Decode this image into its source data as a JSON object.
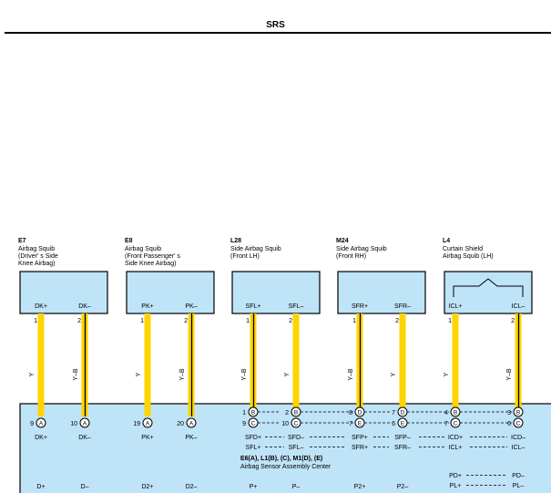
{
  "header": {
    "title": "SRS"
  },
  "components": [
    {
      "code": "E7",
      "name_lines": [
        "Airbag Squib",
        "(Driver' s Side",
        " Knee Airbag)"
      ],
      "pins": [
        {
          "label": "DK+",
          "num": "1",
          "wire": "Y"
        },
        {
          "label": "DK–",
          "num": "2",
          "wire": "Y–B"
        }
      ]
    },
    {
      "code": "E8",
      "name_lines": [
        "Airbag Squib",
        "(Front Passenger' s",
        " Side Knee Airbag)"
      ],
      "pins": [
        {
          "label": "PK+",
          "num": "1",
          "wire": "Y"
        },
        {
          "label": "PK–",
          "num": "2",
          "wire": "Y–B"
        }
      ]
    },
    {
      "code": "L28",
      "name_lines": [
        "Side Airbag Squib",
        "(Front LH)"
      ],
      "pins": [
        {
          "label": "SFL+",
          "num": "1",
          "wire": "Y–B"
        },
        {
          "label": "SFL–",
          "num": "2",
          "wire": "Y"
        }
      ]
    },
    {
      "code": "M24",
      "name_lines": [
        "Side Airbag Squib",
        "(Front RH)"
      ],
      "pins": [
        {
          "label": "SFR+",
          "num": "1",
          "wire": "Y–B"
        },
        {
          "label": "SFR–",
          "num": "2",
          "wire": "Y"
        }
      ]
    },
    {
      "code": "L4",
      "name_lines": [
        "Curtain Shield",
        "Airbag Squib (LH)"
      ],
      "pins": [
        {
          "label": "ICL+",
          "num": "1",
          "wire": "Y"
        },
        {
          "label": "ICL–",
          "num": "2",
          "wire": "Y–B"
        }
      ]
    }
  ],
  "ecu_pins": [
    {
      "num": "9",
      "conn": "A",
      "label": "DK+"
    },
    {
      "num": "10",
      "conn": "A",
      "label": "DK–"
    },
    {
      "num": "19",
      "conn": "A",
      "label": "PK+"
    },
    {
      "num": "20",
      "conn": "A",
      "label": "PK–"
    },
    {
      "upper": {
        "num": "1",
        "conn": "B"
      },
      "num": "9",
      "conn": "C"
    },
    {
      "upper": {
        "num": "2",
        "conn": "B"
      },
      "num": "10",
      "conn": "C"
    },
    {
      "upper": {
        "num": "8",
        "conn": "D"
      },
      "num": "7",
      "conn": "E"
    },
    {
      "upper": {
        "num": "7",
        "conn": "D"
      },
      "num": "6",
      "conn": "E"
    },
    {
      "upper": {
        "num": "4",
        "conn": "B"
      },
      "num": "7",
      "conn": "C"
    },
    {
      "upper": {
        "num": "3",
        "conn": "B"
      },
      "num": "6",
      "conn": "C"
    }
  ],
  "ecu": {
    "row1": [
      "SFD+",
      "SFD–",
      "SFP+",
      "SFP–",
      "ICD+",
      "ICD–"
    ],
    "row2": [
      "SFL+",
      "SFL–",
      "SFR+",
      "SFR–",
      "ICL+",
      "ICL–"
    ],
    "connectors": "E6(A), L1(B), (C), M1(D), (E)",
    "name": "Airbag Sensor Assembly Center",
    "row3": [
      "PD+",
      "PD–"
    ],
    "row4": [
      "PL+",
      "PL–"
    ],
    "bottom": [
      "D+",
      "D–",
      "D2+",
      "D2–",
      "P+",
      "P–",
      "P2+",
      "P2–"
    ]
  },
  "colors": {
    "wire": "#FFD400",
    "box": "#BFE3F7"
  }
}
